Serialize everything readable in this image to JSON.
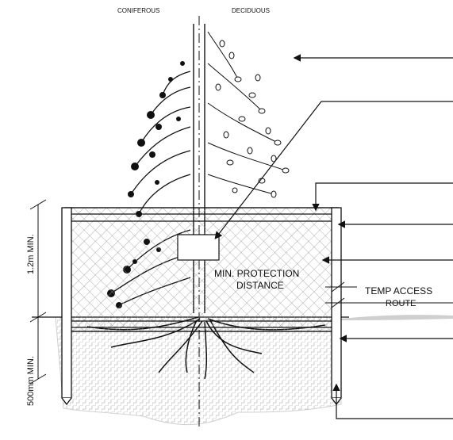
{
  "labels": {
    "coniferous": "CONIFEROUS",
    "deciduous": "DECIDUOUS",
    "min_protection_line1": "MIN. PROTECTION",
    "min_protection_line2": "DISTANCE",
    "temp_access_line1": "TEMP ACCESS",
    "temp_access_line2": "ROUTE",
    "fence_height": "1.2m MIN.",
    "post_depth": "500mm MIN."
  },
  "colors": {
    "ink": "#111111",
    "mesh": "#9a9a9a",
    "ground": "#cfcfcf"
  }
}
